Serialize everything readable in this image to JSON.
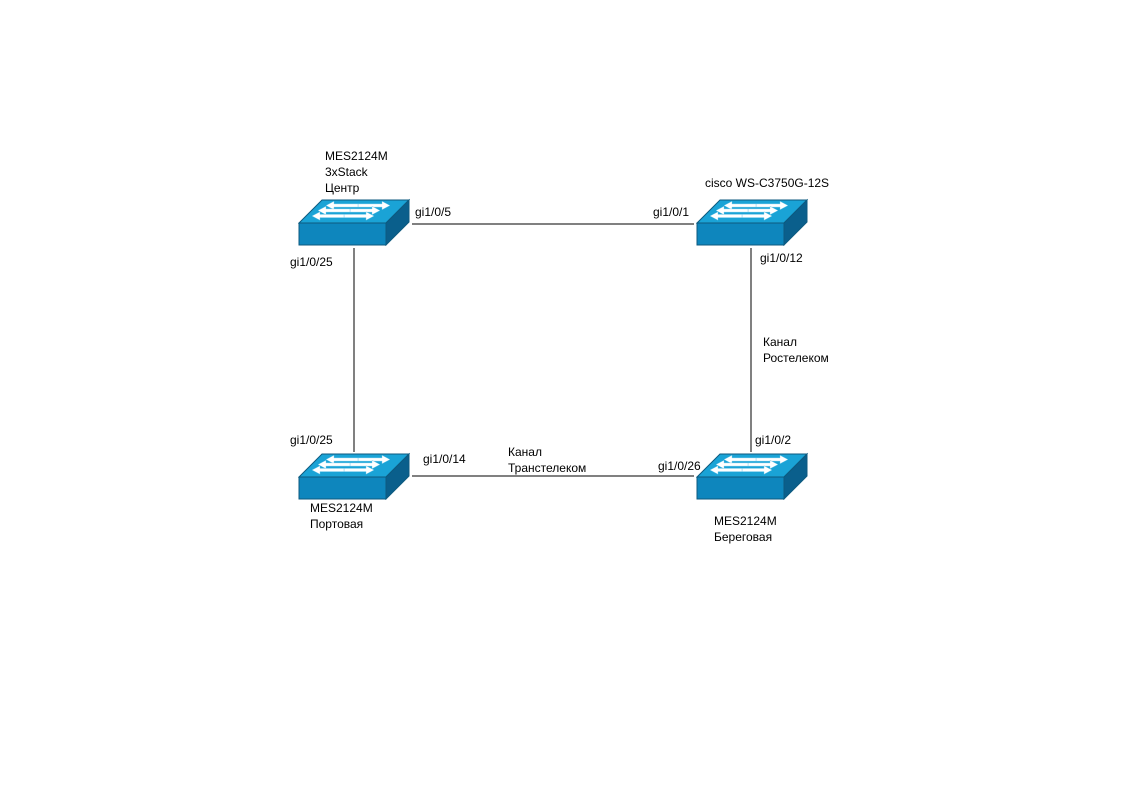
{
  "colors": {
    "switch_top": "#1aa3d6",
    "switch_front": "#0e86bd",
    "switch_side": "#0a5f8c",
    "switch_outline": "#0d5a7f",
    "arrow": "#ffffff",
    "link": "#000000"
  },
  "nodes": {
    "center": {
      "model": "MES2124M",
      "stack": "3xStack",
      "site": "Центр",
      "icon": "switch-icon"
    },
    "cisco": {
      "model": "cisco WS-C3750G-12S",
      "icon": "switch-icon"
    },
    "portovaya": {
      "model": "MES2124M",
      "site": "Портовая",
      "icon": "switch-icon"
    },
    "beregovaya": {
      "model": "MES2124M",
      "site": "Береговая",
      "icon": "switch-icon"
    }
  },
  "links": {
    "center_cisco": {
      "center_port": "gi1/0/5",
      "cisco_port": "gi1/0/1"
    },
    "center_portovaya": {
      "center_port": "gi1/0/25",
      "portovaya_port": "gi1/0/25"
    },
    "portovaya_beregovaya": {
      "portovaya_port": "gi1/0/14",
      "beregovaya_port": "gi1/0/26",
      "channel_word": "Канал",
      "channel_name": "Транстелеком"
    },
    "cisco_beregovaya": {
      "cisco_port": "gi1/0/12",
      "beregovaya_port": "gi1/0/2",
      "channel_word": "Канал",
      "channel_name": "Ростелеком"
    }
  }
}
